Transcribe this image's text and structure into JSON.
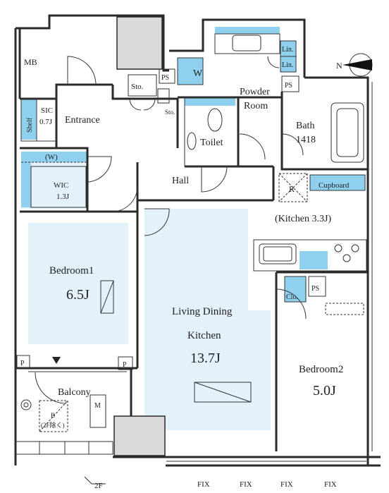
{
  "rooms": {
    "mb": "MB",
    "sto_left": "Sto.",
    "ps_top": "PS",
    "w_closet": "W",
    "sto_small": "Sto.",
    "powder_line1": "Powder",
    "powder_line2": "Room",
    "lin1": "Lin.",
    "lin2": "Lin.",
    "ps_right": "PS",
    "sic_line1": "SIC",
    "sic_line2": "0.7J",
    "shelf": "Shelf",
    "entrance": "Entrance",
    "toilet": "Toilet",
    "bath_line1": "Bath",
    "bath_line2": "1418",
    "w_paren": "(W)",
    "wic_line1": "WIC",
    "wic_line2": "1.3J",
    "hall": "Hall",
    "fridge": "R",
    "cupboard": "Cupboard",
    "kitchen": "(Kitchen 3.3J)",
    "bedroom1_name": "Bedroom1",
    "bedroom1_size": "6.5J",
    "ldk_line1": "Living Dining",
    "ldk_line2": "Kitchen",
    "ldk_size": "13.7J",
    "clo": "Clo.",
    "ps_bed2": "PS",
    "bedroom2_name": "Bedroom2",
    "bedroom2_size": "5.0J",
    "p_left": "P",
    "p_right": "P",
    "balcony": "Balcony",
    "m_unit": "M",
    "b_line1": "B",
    "b_line2": "(2F除く)",
    "floor": "2F",
    "fix1": "FIX",
    "fix2": "FIX",
    "fix3": "FIX",
    "fix4": "FIX"
  },
  "compass": {
    "label": "N"
  },
  "colors": {
    "wall": "#2a2a2a",
    "floor_tint": "#e3f1fa",
    "storage": "#7cc3e6",
    "line": "#333333"
  }
}
